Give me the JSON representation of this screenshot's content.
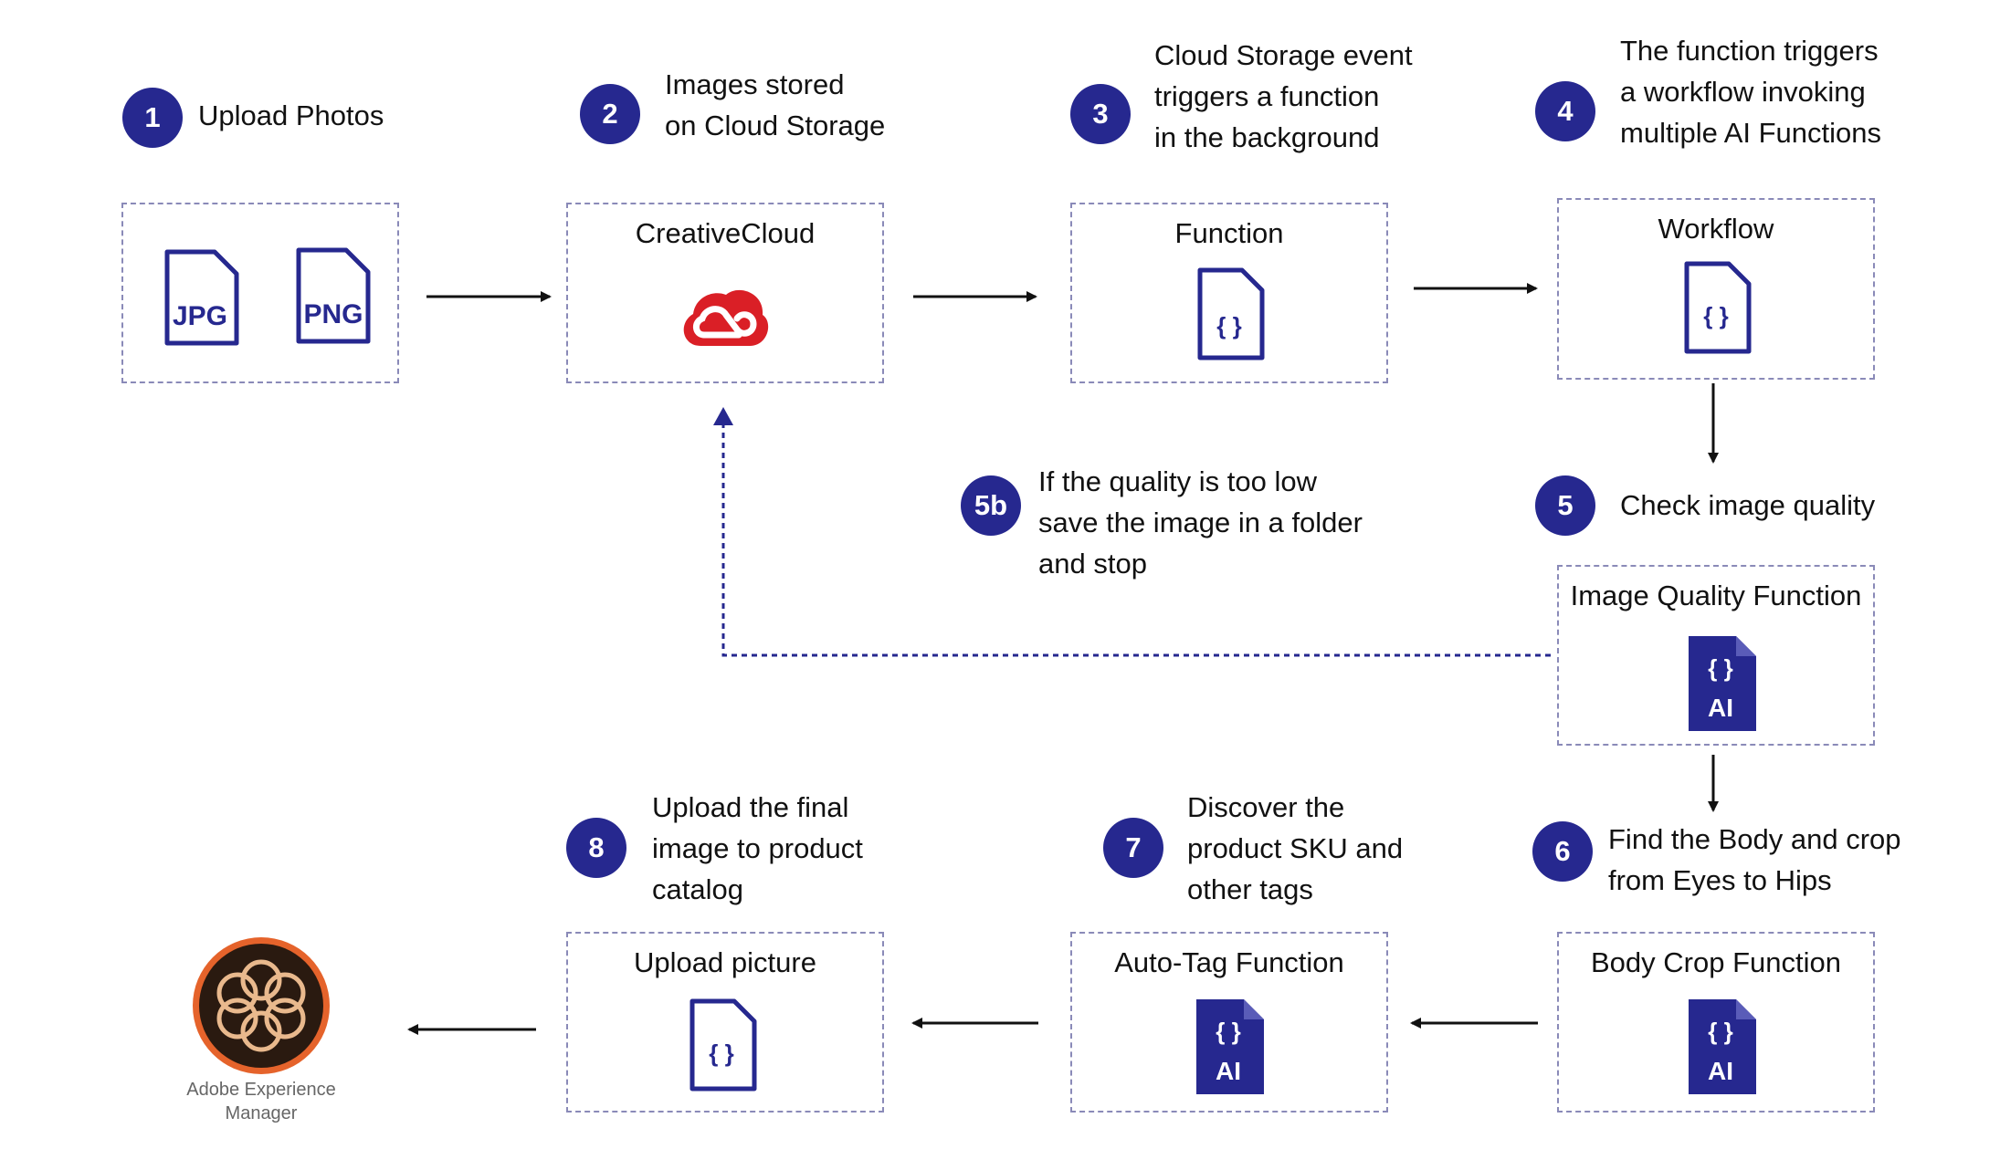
{
  "steps": {
    "s1": {
      "num": "1",
      "text": "Upload Photos"
    },
    "s2": {
      "num": "2",
      "text": "Images stored\non Cloud Storage"
    },
    "s3": {
      "num": "3",
      "text": "Cloud Storage event\ntriggers a function\nin the background"
    },
    "s4": {
      "num": "4",
      "text": "The function triggers\na workflow invoking\nmultiple AI Functions"
    },
    "s5": {
      "num": "5",
      "text": "Check image quality"
    },
    "s5b": {
      "num": "5b",
      "text": "If the quality is too low\nsave the image in a folder\nand stop"
    },
    "s6": {
      "num": "6",
      "text": "Find the Body and crop\nfrom Eyes to Hips"
    },
    "s7": {
      "num": "7",
      "text": "Discover the\nproduct SKU and\nother tags"
    },
    "s8": {
      "num": "8",
      "text": "Upload the final\nimage to product\ncatalog"
    }
  },
  "boxes": {
    "creative_cloud": "CreativeCloud",
    "function": "Function",
    "workflow": "Workflow",
    "image_quality": "Image Quality Function",
    "body_crop": "Body Crop Function",
    "auto_tag": "Auto-Tag Function",
    "upload_picture": "Upload picture"
  },
  "file_labels": {
    "jpg": "JPG",
    "png": "PNG",
    "braces": "{ }",
    "ai": "AI"
  },
  "aem_label": "Adobe Experience\nManager",
  "colors": {
    "badge": "#26288f",
    "icon_stroke": "#26288f",
    "box_border": "#8a8ab8",
    "creative_cloud_red": "#da1f26",
    "aem_orange": "#e5632b",
    "aem_dark": "#2a1a10",
    "aem_ring": "#e9b98d"
  }
}
